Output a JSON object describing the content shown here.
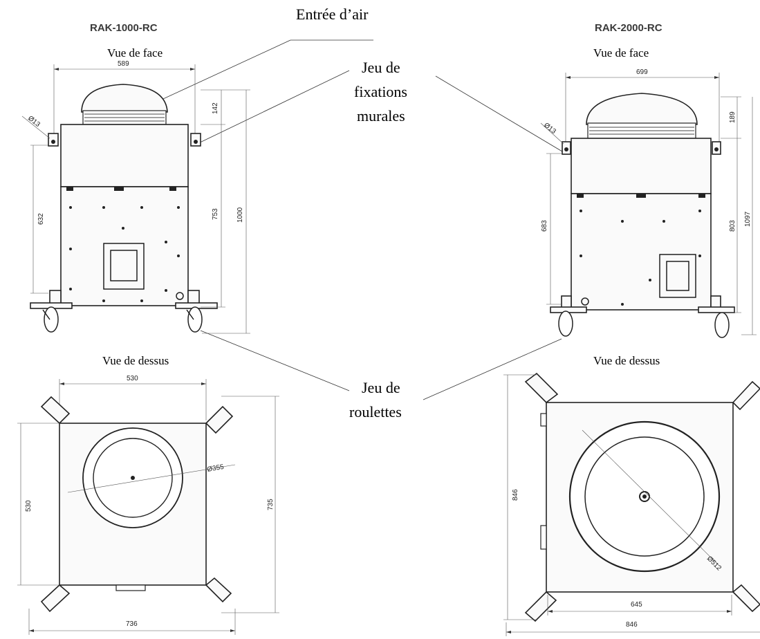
{
  "callouts": {
    "air_inlet": "Entrée d’air",
    "wall_mount_1": "Jeu de",
    "wall_mount_2": "fixations",
    "wall_mount_3": "murales",
    "casters_1": "Jeu de",
    "casters_2": "roulettes"
  },
  "left": {
    "model": "RAK-1000-RC",
    "front_view": "Vue de face",
    "top_view": "Vue de dessus",
    "dims": {
      "width": "589",
      "hole_dia": "Ø13",
      "dome_h": "142",
      "body_h": "753",
      "total_h": "1000",
      "mount_span": "632",
      "top_width": "530",
      "top_depth": "530",
      "outer_depth": "735",
      "outer_width": "736",
      "fan_dia": "Ø355"
    }
  },
  "right": {
    "model": "RAK-2000-RC",
    "front_view": "Vue de face",
    "top_view": "Vue de dessus",
    "dims": {
      "width": "699",
      "hole_dia": "Ø13",
      "dome_h": "189",
      "body_h": "803",
      "total_h": "1097",
      "mount_span": "683",
      "top_depth": "846",
      "inner_width": "645",
      "outer_width": "846",
      "fan_dia": "Ø512"
    }
  }
}
